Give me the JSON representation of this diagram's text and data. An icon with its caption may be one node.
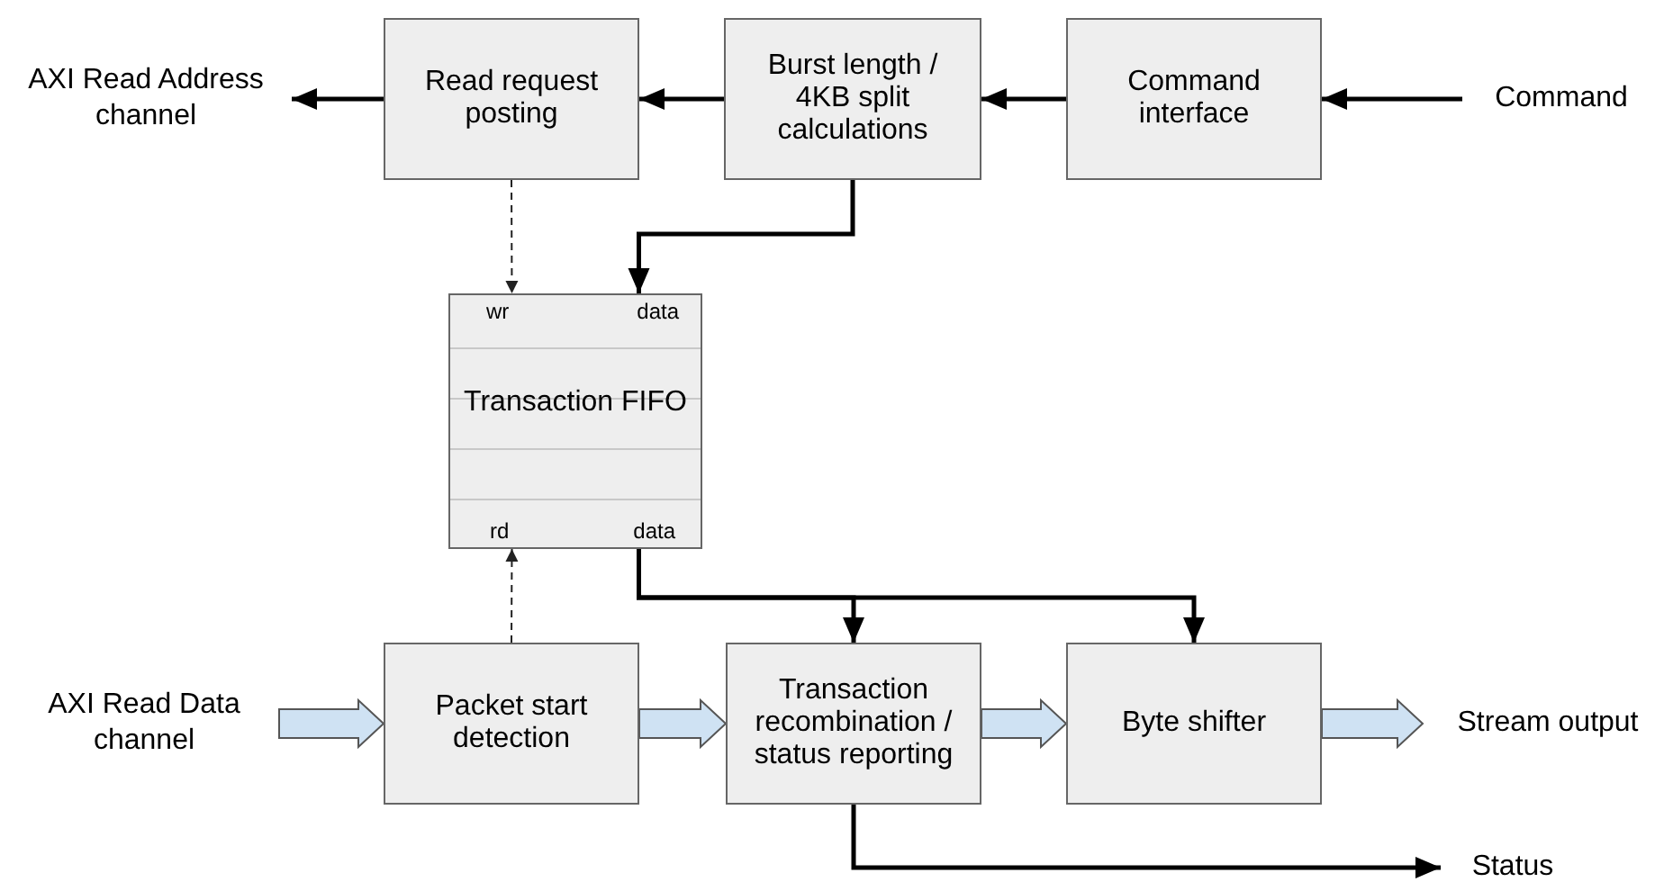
{
  "diagram": {
    "nodes": [
      {
        "text": [
          "AXI Read Address channel"
        ]
      },
      {
        "text": [
          "Read request posting"
        ]
      },
      {
        "text": [
          "Burst length / 4KB split calculations"
        ]
      },
      {
        "text": [
          "Command interface"
        ]
      },
      {
        "text": [
          "Command"
        ]
      },
      {
        "text": [
          "wr",
          "data",
          "Transaction FIFO",
          "rd",
          "data"
        ]
      },
      {
        "text": [
          "AXI Read Data channel"
        ]
      },
      {
        "text": [
          "Packet start detection"
        ]
      },
      {
        "text": [
          "Transaction recombination / status reporting"
        ]
      },
      {
        "text": [
          "Byte shifter"
        ]
      },
      {
        "text": [
          "Stream output"
        ]
      },
      {
        "text": [
          "Status"
        ]
      }
    ],
    "edges": [
      {
        "from": 4,
        "to": 3,
        "arrow": "to"
      },
      {
        "from": 3,
        "to": 2,
        "arrow": "to"
      },
      {
        "from": 2,
        "to": 1,
        "arrow": "to"
      },
      {
        "from": 1,
        "to": 0,
        "arrow": "to"
      },
      {
        "from": 1,
        "to": 5,
        "arrow": "to",
        "style": "dashed"
      },
      {
        "from": 2,
        "to": 5,
        "arrow": "to"
      },
      {
        "from": 7,
        "to": 5,
        "arrow": "to",
        "style": "dashed"
      },
      {
        "from": 5,
        "to": 8,
        "arrow": "to"
      },
      {
        "from": 5,
        "to": 9,
        "arrow": "to"
      },
      {
        "from": 6,
        "to": 7,
        "arrow": "to",
        "style": "thick",
        "color": "#cfe2f3"
      },
      {
        "from": 7,
        "to": 8,
        "arrow": "to",
        "style": "thick",
        "color": "#cfe2f3"
      },
      {
        "from": 8,
        "to": 9,
        "arrow": "to",
        "style": "thick",
        "color": "#cfe2f3"
      },
      {
        "from": 9,
        "to": 10,
        "arrow": "to",
        "style": "thick",
        "color": "#cfe2f3"
      },
      {
        "from": 8,
        "to": 11,
        "arrow": "to"
      }
    ]
  }
}
